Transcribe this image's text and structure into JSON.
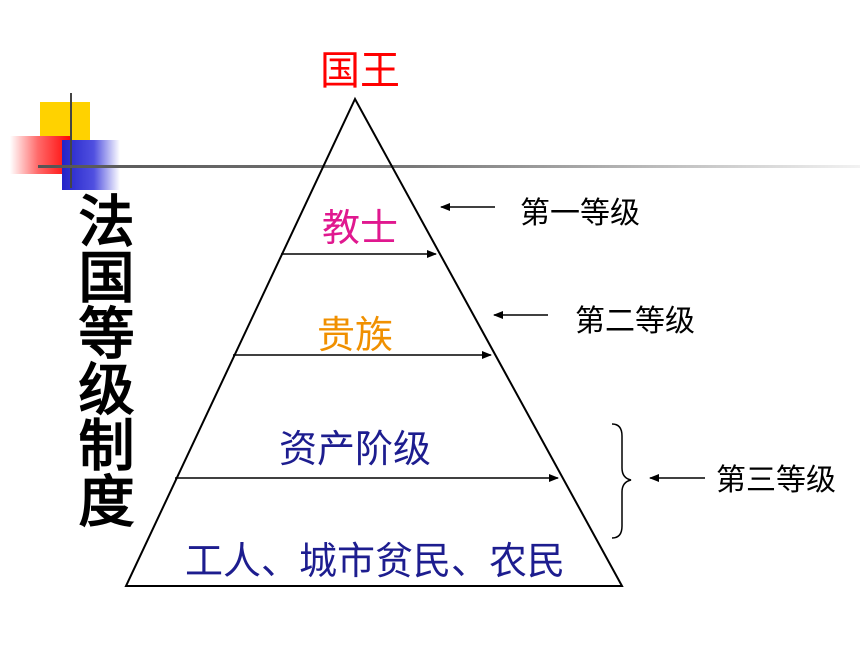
{
  "side_title": "法国等级制度",
  "pyramid": {
    "apex_label": "国王",
    "tiers": [
      {
        "label": "教士"
      },
      {
        "label": "贵族"
      },
      {
        "label": "资产阶级"
      },
      {
        "label": "工人、城市贫民、农民"
      }
    ]
  },
  "levels": [
    {
      "label": "第一等级"
    },
    {
      "label": "第二等级"
    },
    {
      "label": "第三等级"
    }
  ],
  "colors": {
    "apex": "#ff0000",
    "clergy": "#e0188f",
    "nobility": "#f09000",
    "commons": "#1d1d8f",
    "lines": "#000000"
  }
}
